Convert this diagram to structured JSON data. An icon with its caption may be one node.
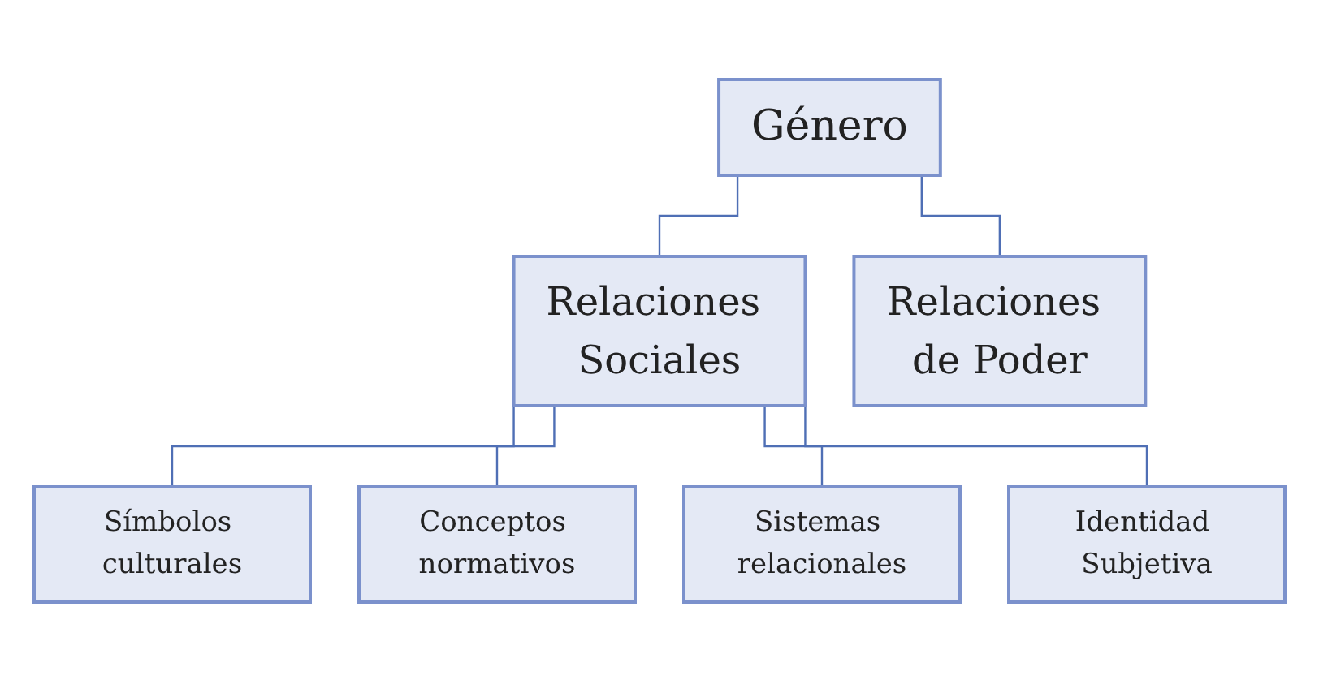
{
  "diagram": {
    "nodes": [
      {
        "text": [
          "Género"
        ]
      },
      {
        "text": [
          "Relaciones Sociales"
        ]
      },
      {
        "text": [
          "Relaciones de Poder"
        ]
      },
      {
        "text": [
          "Símbolos culturales"
        ]
      },
      {
        "text": [
          "Conceptos normativos"
        ]
      },
      {
        "text": [
          "Sistemas relacionales"
        ]
      },
      {
        "text": [
          "Identidad Subjetiva"
        ]
      }
    ],
    "edges": [
      {
        "from": 0,
        "to": 1,
        "arrow": "none"
      },
      {
        "from": 0,
        "to": 2,
        "arrow": "none"
      },
      {
        "from": 1,
        "to": 3,
        "arrow": "none"
      },
      {
        "from": 1,
        "to": 4,
        "arrow": "none"
      },
      {
        "from": 1,
        "to": 5,
        "arrow": "none"
      },
      {
        "from": 1,
        "to": 6,
        "arrow": "none"
      }
    ]
  }
}
